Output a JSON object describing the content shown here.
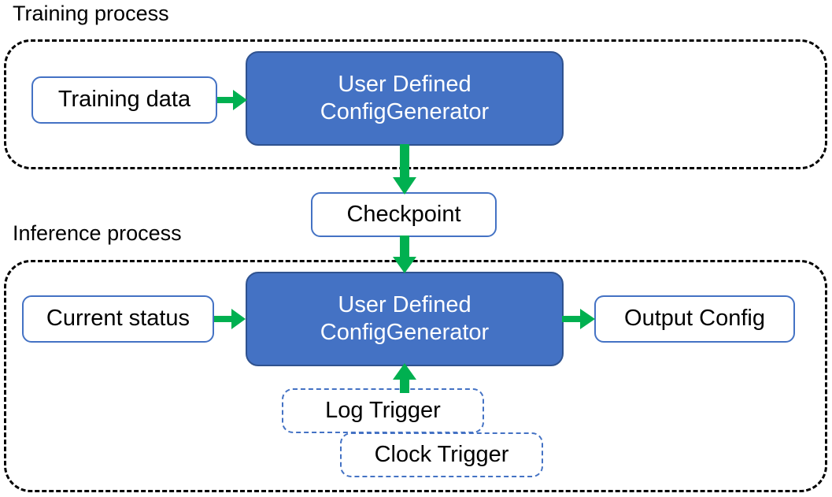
{
  "diagram": {
    "title_training": "Training process",
    "title_inference": "Inference process",
    "colors": {
      "process_fill": "#4472C4",
      "process_stroke": "#2F528F",
      "node_stroke": "#4472C4",
      "arrow": "#00B050",
      "group_stroke": "#000000",
      "text_dark": "#000000",
      "text_light": "#FFFFFF"
    },
    "training": {
      "group_label": "Training process",
      "input_node": "Training data",
      "process_node_line1": "User Defined",
      "process_node_line2": "ConfigGenerator"
    },
    "checkpoint": {
      "label": "Checkpoint"
    },
    "inference": {
      "group_label": "Inference process",
      "input_node": "Current status",
      "process_node_line1": "User Defined",
      "process_node_line2": "ConfigGenerator",
      "output_node": "Output Config",
      "trigger_log": "Log Trigger",
      "trigger_clock": "Clock Trigger"
    },
    "edges": [
      {
        "id": "training-data-to-generator",
        "from": "Training data",
        "to": "User Defined ConfigGenerator",
        "direction": "right"
      },
      {
        "id": "generator-to-checkpoint",
        "from": "User Defined ConfigGenerator",
        "to": "Checkpoint",
        "direction": "down"
      },
      {
        "id": "checkpoint-to-inference-generator",
        "from": "Checkpoint",
        "to": "User Defined ConfigGenerator",
        "direction": "down"
      },
      {
        "id": "current-status-to-generator",
        "from": "Current status",
        "to": "User Defined ConfigGenerator",
        "direction": "right"
      },
      {
        "id": "generator-to-output-config",
        "from": "User Defined ConfigGenerator",
        "to": "Output Config",
        "direction": "right"
      },
      {
        "id": "log-trigger-to-generator",
        "from": "Log Trigger",
        "to": "User Defined ConfigGenerator",
        "direction": "up"
      }
    ]
  }
}
